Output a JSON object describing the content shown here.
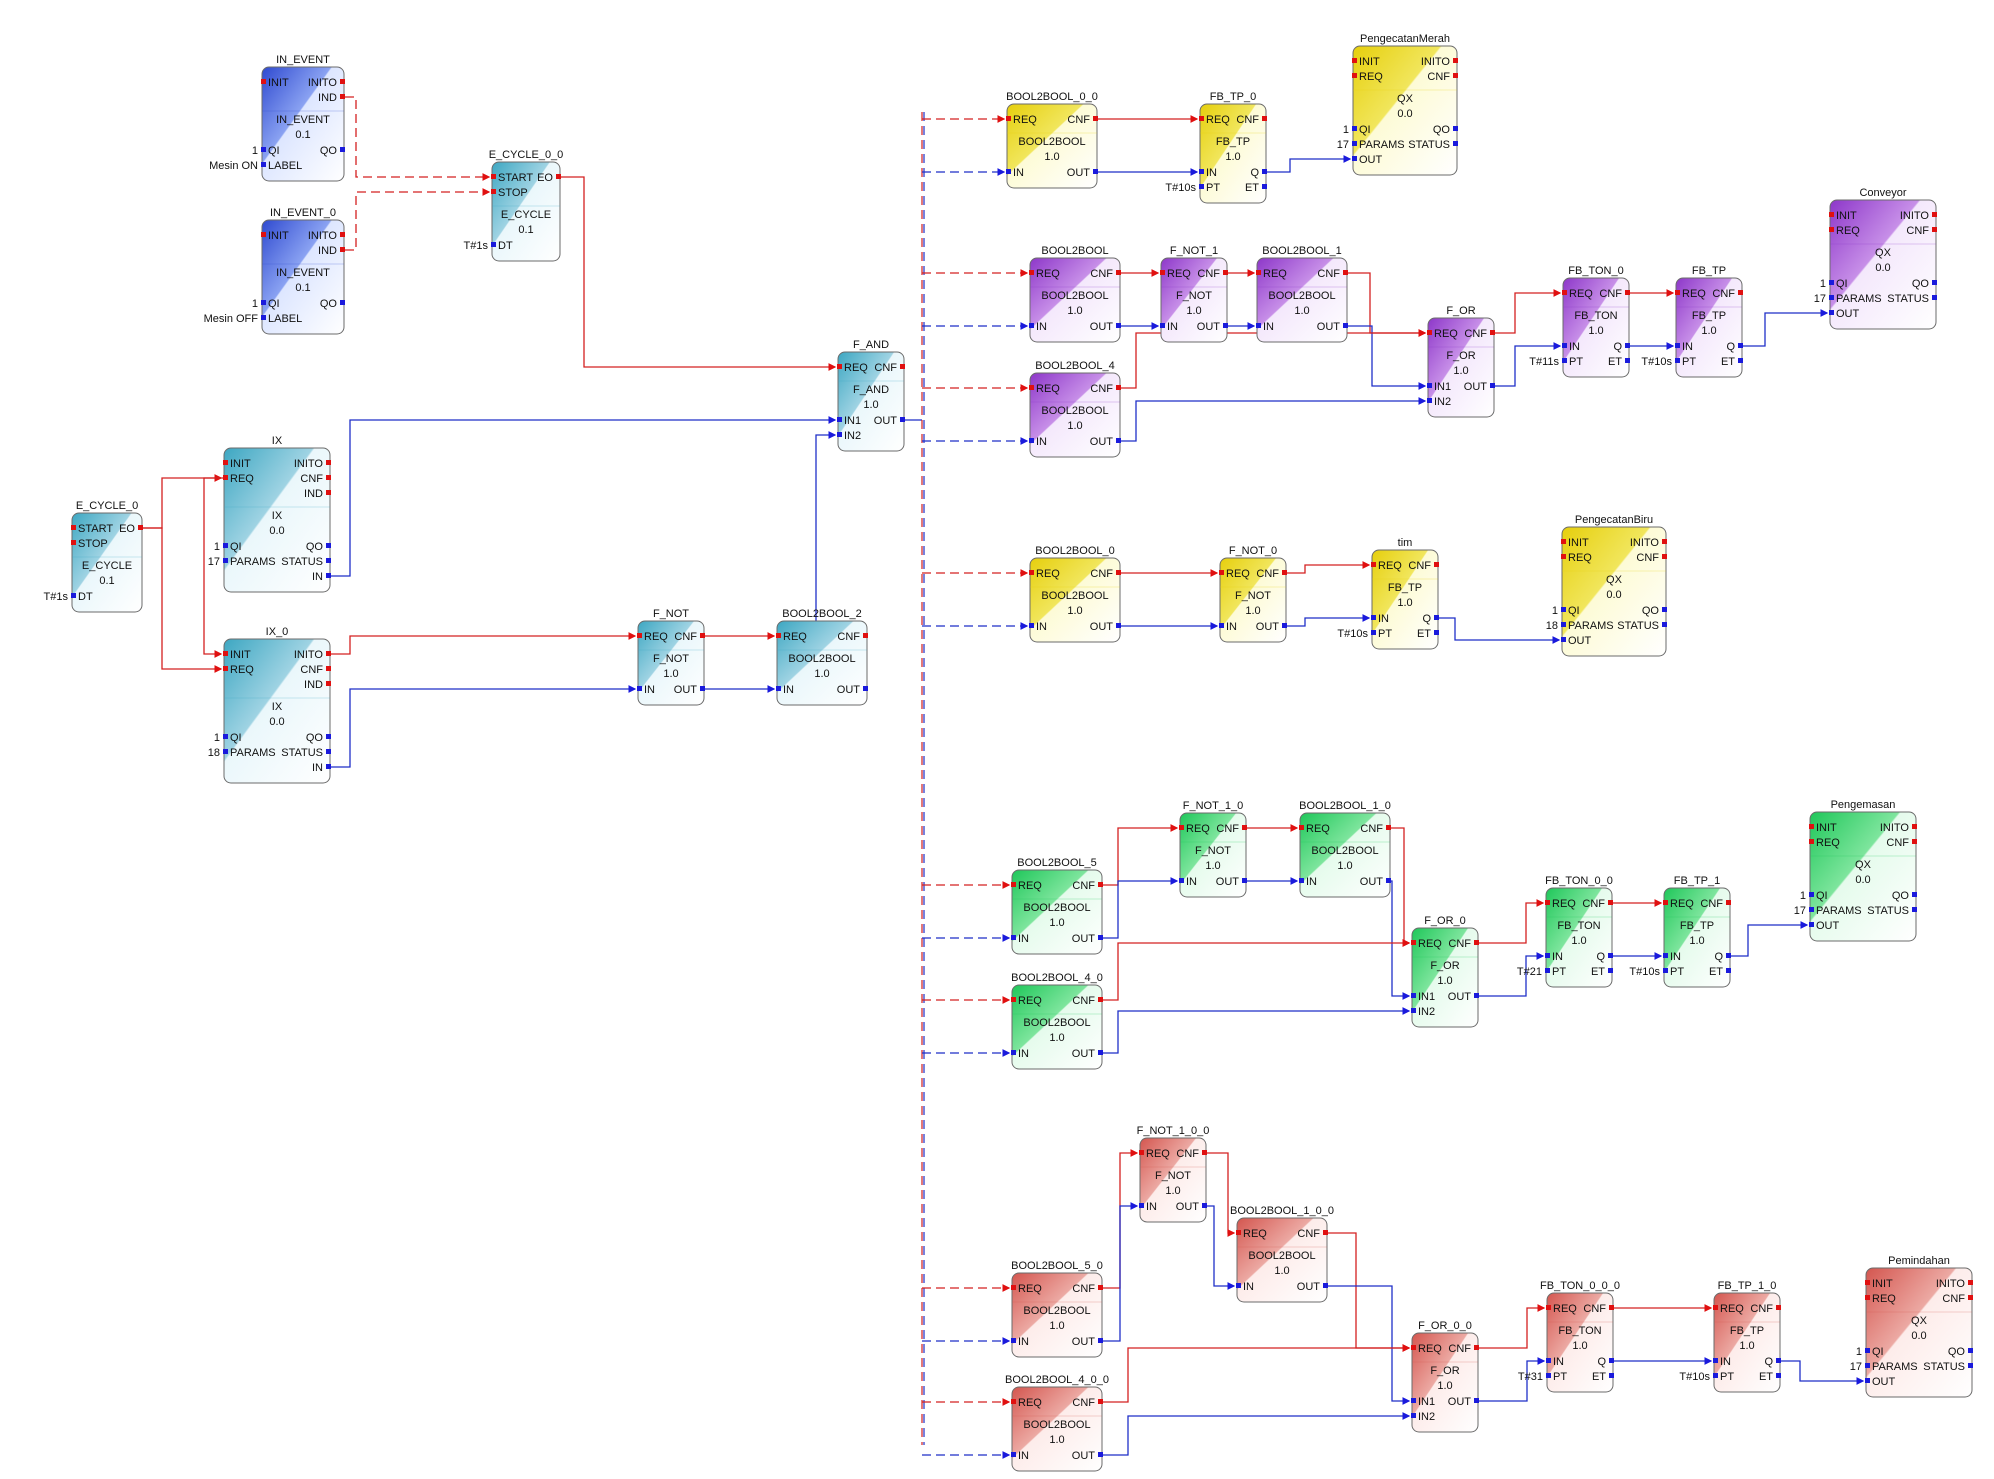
{
  "colors": {
    "event_line": "#d42020",
    "data_line": "#1f2fc8",
    "block_border": "#6b6b6b",
    "event_pin": "#e01010",
    "data_pin": "#1a1adc",
    "themes": {
      "blue": [
        "#2f4ad0",
        "#8aa2f2",
        "#dde6ff"
      ],
      "cyan": [
        "#3da7c2",
        "#9fd3e3",
        "#eaf7fb"
      ],
      "yellow": [
        "#e6cf0d",
        "#f1e65c",
        "#fdfbd6"
      ],
      "purple": [
        "#8d37c9",
        "#c78fe8",
        "#f4e8fc"
      ],
      "green": [
        "#1fc75a",
        "#7ee59d",
        "#e5fbec"
      ],
      "red": [
        "#d4564f",
        "#eca9a3",
        "#fdecea"
      ]
    }
  },
  "blocks": [
    {
      "id": "in_event",
      "name": "IN_EVENT",
      "type": "IN_EVENT",
      "version": "0.1",
      "theme": "blue",
      "evt_in": [
        "INIT"
      ],
      "evt_out": [
        "INITO",
        "IND"
      ],
      "data_in": [
        "QI",
        "LABEL"
      ],
      "data_out": [
        "QO"
      ],
      "consts": {
        "QI": "1",
        "LABEL": "Mesin ON"
      }
    },
    {
      "id": "in_event_0",
      "name": "IN_EVENT_0",
      "type": "IN_EVENT",
      "version": "0.1",
      "theme": "blue",
      "evt_in": [
        "INIT"
      ],
      "evt_out": [
        "INITO",
        "IND"
      ],
      "data_in": [
        "QI",
        "LABEL"
      ],
      "data_out": [
        "QO"
      ],
      "consts": {
        "QI": "1",
        "LABEL": "Mesin OFF"
      }
    },
    {
      "id": "e_cycle_0_0",
      "name": "E_CYCLE_0_0",
      "type": "E_CYCLE",
      "version": "0.1",
      "theme": "cyan",
      "evt_in": [
        "START",
        "STOP"
      ],
      "evt_out": [
        "EO"
      ],
      "data_in": [
        "DT"
      ],
      "data_out": [],
      "consts": {
        "DT": "T#1s"
      }
    },
    {
      "id": "e_cycle_0",
      "name": "E_CYCLE_0",
      "type": "E_CYCLE",
      "version": "0.1",
      "theme": "cyan",
      "evt_in": [
        "START",
        "STOP"
      ],
      "evt_out": [
        "EO"
      ],
      "data_in": [
        "DT"
      ],
      "data_out": [],
      "consts": {
        "DT": "T#1s"
      }
    },
    {
      "id": "ix",
      "name": "IX",
      "type": "IX",
      "version": "0.0",
      "theme": "cyan",
      "evt_in": [
        "INIT",
        "REQ"
      ],
      "evt_out": [
        "INITO",
        "CNF",
        "IND"
      ],
      "data_in": [
        "QI",
        "PARAMS"
      ],
      "data_out": [
        "QO",
        "STATUS",
        "IN"
      ],
      "consts": {
        "QI": "1",
        "PARAMS": "17"
      }
    },
    {
      "id": "ix_0",
      "name": "IX_0",
      "type": "IX",
      "version": "0.0",
      "theme": "cyan",
      "evt_in": [
        "INIT",
        "REQ"
      ],
      "evt_out": [
        "INITO",
        "CNF",
        "IND"
      ],
      "data_in": [
        "QI",
        "PARAMS"
      ],
      "data_out": [
        "QO",
        "STATUS",
        "IN"
      ],
      "consts": {
        "QI": "1",
        "PARAMS": "18"
      }
    },
    {
      "id": "f_not",
      "name": "F_NOT",
      "type": "F_NOT",
      "version": "1.0",
      "theme": "cyan",
      "evt_in": [
        "REQ"
      ],
      "evt_out": [
        "CNF"
      ],
      "data_in": [
        "IN"
      ],
      "data_out": [
        "OUT"
      ],
      "consts": {}
    },
    {
      "id": "b2b_2",
      "name": "BOOL2BOOL_2",
      "type": "BOOL2BOOL",
      "version": "1.0",
      "theme": "cyan",
      "evt_in": [
        "REQ"
      ],
      "evt_out": [
        "CNF"
      ],
      "data_in": [
        "IN"
      ],
      "data_out": [
        "OUT"
      ],
      "consts": {}
    },
    {
      "id": "f_and",
      "name": "F_AND",
      "type": "F_AND",
      "version": "1.0",
      "theme": "cyan",
      "evt_in": [
        "REQ"
      ],
      "evt_out": [
        "CNF"
      ],
      "data_in": [
        "IN1",
        "IN2"
      ],
      "data_out": [
        "OUT"
      ],
      "consts": {}
    },
    {
      "id": "b2b_0_0",
      "name": "BOOL2BOOL_0_0",
      "type": "BOOL2BOOL",
      "version": "1.0",
      "theme": "yellow",
      "evt_in": [
        "REQ"
      ],
      "evt_out": [
        "CNF"
      ],
      "data_in": [
        "IN"
      ],
      "data_out": [
        "OUT"
      ],
      "consts": {}
    },
    {
      "id": "fb_tp_0",
      "name": "FB_TP_0",
      "type": "FB_TP",
      "version": "1.0",
      "theme": "yellow",
      "evt_in": [
        "REQ"
      ],
      "evt_out": [
        "CNF"
      ],
      "data_in": [
        "IN",
        "PT"
      ],
      "data_out": [
        "Q",
        "ET"
      ],
      "consts": {
        "PT": "T#10s"
      }
    },
    {
      "id": "peng_merah",
      "name": "PengecatanMerah",
      "type": "QX",
      "version": "0.0",
      "theme": "yellow",
      "evt_in": [
        "INIT",
        "REQ"
      ],
      "evt_out": [
        "INITO",
        "CNF"
      ],
      "data_in": [
        "QI",
        "PARAMS",
        "OUT"
      ],
      "data_out": [
        "QO",
        "STATUS"
      ],
      "consts": {
        "QI": "1",
        "PARAMS": "17"
      }
    },
    {
      "id": "b2b",
      "name": "BOOL2BOOL",
      "type": "BOOL2BOOL",
      "version": "1.0",
      "theme": "purple",
      "evt_in": [
        "REQ"
      ],
      "evt_out": [
        "CNF"
      ],
      "data_in": [
        "IN"
      ],
      "data_out": [
        "OUT"
      ],
      "consts": {}
    },
    {
      "id": "f_not_1",
      "name": "F_NOT_1",
      "type": "F_NOT",
      "version": "1.0",
      "theme": "purple",
      "evt_in": [
        "REQ"
      ],
      "evt_out": [
        "CNF"
      ],
      "data_in": [
        "IN"
      ],
      "data_out": [
        "OUT"
      ],
      "consts": {}
    },
    {
      "id": "b2b_1",
      "name": "BOOL2BOOL_1",
      "type": "BOOL2BOOL",
      "version": "1.0",
      "theme": "purple",
      "evt_in": [
        "REQ"
      ],
      "evt_out": [
        "CNF"
      ],
      "data_in": [
        "IN"
      ],
      "data_out": [
        "OUT"
      ],
      "consts": {}
    },
    {
      "id": "b2b_4",
      "name": "BOOL2BOOL_4",
      "type": "BOOL2BOOL",
      "version": "1.0",
      "theme": "purple",
      "evt_in": [
        "REQ"
      ],
      "evt_out": [
        "CNF"
      ],
      "data_in": [
        "IN"
      ],
      "data_out": [
        "OUT"
      ],
      "consts": {}
    },
    {
      "id": "f_or",
      "name": "F_OR",
      "type": "F_OR",
      "version": "1.0",
      "theme": "purple",
      "evt_in": [
        "REQ"
      ],
      "evt_out": [
        "CNF"
      ],
      "data_in": [
        "IN1",
        "IN2"
      ],
      "data_out": [
        "OUT"
      ],
      "consts": {}
    },
    {
      "id": "fb_ton_0",
      "name": "FB_TON_0",
      "type": "FB_TON",
      "version": "1.0",
      "theme": "purple",
      "evt_in": [
        "REQ"
      ],
      "evt_out": [
        "CNF"
      ],
      "data_in": [
        "IN",
        "PT"
      ],
      "data_out": [
        "Q",
        "ET"
      ],
      "consts": {
        "PT": "T#11s"
      }
    },
    {
      "id": "fb_tp",
      "name": "FB_TP",
      "type": "FB_TP",
      "version": "1.0",
      "theme": "purple",
      "evt_in": [
        "REQ"
      ],
      "evt_out": [
        "CNF"
      ],
      "data_in": [
        "IN",
        "PT"
      ],
      "data_out": [
        "Q",
        "ET"
      ],
      "consts": {
        "PT": "T#10s"
      }
    },
    {
      "id": "conveyor",
      "name": "Conveyor",
      "type": "QX",
      "version": "0.0",
      "theme": "purple",
      "evt_in": [
        "INIT",
        "REQ"
      ],
      "evt_out": [
        "INITO",
        "CNF"
      ],
      "data_in": [
        "QI",
        "PARAMS",
        "OUT"
      ],
      "data_out": [
        "QO",
        "STATUS"
      ],
      "consts": {
        "QI": "1",
        "PARAMS": "17"
      }
    },
    {
      "id": "b2b_0",
      "name": "BOOL2BOOL_0",
      "type": "BOOL2BOOL",
      "version": "1.0",
      "theme": "yellow",
      "evt_in": [
        "REQ"
      ],
      "evt_out": [
        "CNF"
      ],
      "data_in": [
        "IN"
      ],
      "data_out": [
        "OUT"
      ],
      "consts": {}
    },
    {
      "id": "f_not_0",
      "name": "F_NOT_0",
      "type": "F_NOT",
      "version": "1.0",
      "theme": "yellow",
      "evt_in": [
        "REQ"
      ],
      "evt_out": [
        "CNF"
      ],
      "data_in": [
        "IN"
      ],
      "data_out": [
        "OUT"
      ],
      "consts": {}
    },
    {
      "id": "tim",
      "name": "tim",
      "type": "FB_TP",
      "version": "1.0",
      "theme": "yellow",
      "evt_in": [
        "REQ"
      ],
      "evt_out": [
        "CNF"
      ],
      "data_in": [
        "IN",
        "PT"
      ],
      "data_out": [
        "Q",
        "ET"
      ],
      "consts": {
        "PT": "T#10s"
      }
    },
    {
      "id": "peng_biru",
      "name": "PengecatanBiru",
      "type": "QX",
      "version": "0.0",
      "theme": "yellow",
      "evt_in": [
        "INIT",
        "REQ"
      ],
      "evt_out": [
        "INITO",
        "CNF"
      ],
      "data_in": [
        "QI",
        "PARAMS",
        "OUT"
      ],
      "data_out": [
        "QO",
        "STATUS"
      ],
      "consts": {
        "QI": "1",
        "PARAMS": "18"
      }
    },
    {
      "id": "f_not_1_0",
      "name": "F_NOT_1_0",
      "type": "F_NOT",
      "version": "1.0",
      "theme": "green",
      "evt_in": [
        "REQ"
      ],
      "evt_out": [
        "CNF"
      ],
      "data_in": [
        "IN"
      ],
      "data_out": [
        "OUT"
      ],
      "consts": {}
    },
    {
      "id": "b2b_1_0",
      "name": "BOOL2BOOL_1_0",
      "type": "BOOL2BOOL",
      "version": "1.0",
      "theme": "green",
      "evt_in": [
        "REQ"
      ],
      "evt_out": [
        "CNF"
      ],
      "data_in": [
        "IN"
      ],
      "data_out": [
        "OUT"
      ],
      "consts": {}
    },
    {
      "id": "b2b_5",
      "name": "BOOL2BOOL_5",
      "type": "BOOL2BOOL",
      "version": "1.0",
      "theme": "green",
      "evt_in": [
        "REQ"
      ],
      "evt_out": [
        "CNF"
      ],
      "data_in": [
        "IN"
      ],
      "data_out": [
        "OUT"
      ],
      "consts": {}
    },
    {
      "id": "b2b_4_0",
      "name": "BOOL2BOOL_4_0",
      "type": "BOOL2BOOL",
      "version": "1.0",
      "theme": "green",
      "evt_in": [
        "REQ"
      ],
      "evt_out": [
        "CNF"
      ],
      "data_in": [
        "IN"
      ],
      "data_out": [
        "OUT"
      ],
      "consts": {}
    },
    {
      "id": "f_or_0",
      "name": "F_OR_0",
      "type": "F_OR",
      "version": "1.0",
      "theme": "green",
      "evt_in": [
        "REQ"
      ],
      "evt_out": [
        "CNF"
      ],
      "data_in": [
        "IN1",
        "IN2"
      ],
      "data_out": [
        "OUT"
      ],
      "consts": {}
    },
    {
      "id": "fb_ton_0_0",
      "name": "FB_TON_0_0",
      "type": "FB_TON",
      "version": "1.0",
      "theme": "green",
      "evt_in": [
        "REQ"
      ],
      "evt_out": [
        "CNF"
      ],
      "data_in": [
        "IN",
        "PT"
      ],
      "data_out": [
        "Q",
        "ET"
      ],
      "consts": {
        "PT": "T#21"
      }
    },
    {
      "id": "fb_tp_1",
      "name": "FB_TP_1",
      "type": "FB_TP",
      "version": "1.0",
      "theme": "green",
      "evt_in": [
        "REQ"
      ],
      "evt_out": [
        "CNF"
      ],
      "data_in": [
        "IN",
        "PT"
      ],
      "data_out": [
        "Q",
        "ET"
      ],
      "consts": {
        "PT": "T#10s"
      }
    },
    {
      "id": "pengemasan",
      "name": "Pengemasan",
      "type": "QX",
      "version": "0.0",
      "theme": "green",
      "evt_in": [
        "INIT",
        "REQ"
      ],
      "evt_out": [
        "INITO",
        "CNF"
      ],
      "data_in": [
        "QI",
        "PARAMS",
        "OUT"
      ],
      "data_out": [
        "QO",
        "STATUS"
      ],
      "consts": {
        "QI": "1",
        "PARAMS": "17"
      }
    },
    {
      "id": "f_not_1_0_0",
      "name": "F_NOT_1_0_0",
      "type": "F_NOT",
      "version": "1.0",
      "theme": "red",
      "evt_in": [
        "REQ"
      ],
      "evt_out": [
        "CNF"
      ],
      "data_in": [
        "IN"
      ],
      "data_out": [
        "OUT"
      ],
      "consts": {}
    },
    {
      "id": "b2b_1_0_0",
      "name": "BOOL2BOOL_1_0_0",
      "type": "BOOL2BOOL",
      "version": "1.0",
      "theme": "red",
      "evt_in": [
        "REQ"
      ],
      "evt_out": [
        "CNF"
      ],
      "data_in": [
        "IN"
      ],
      "data_out": [
        "OUT"
      ],
      "consts": {}
    },
    {
      "id": "b2b_5_0",
      "name": "BOOL2BOOL_5_0",
      "type": "BOOL2BOOL",
      "version": "1.0",
      "theme": "red",
      "evt_in": [
        "REQ"
      ],
      "evt_out": [
        "CNF"
      ],
      "data_in": [
        "IN"
      ],
      "data_out": [
        "OUT"
      ],
      "consts": {}
    },
    {
      "id": "b2b_4_0_0",
      "name": "BOOL2BOOL_4_0_0",
      "type": "BOOL2BOOL",
      "version": "1.0",
      "theme": "red",
      "evt_in": [
        "REQ"
      ],
      "evt_out": [
        "CNF"
      ],
      "data_in": [
        "IN"
      ],
      "data_out": [
        "OUT"
      ],
      "consts": {}
    },
    {
      "id": "f_or_0_0",
      "name": "F_OR_0_0",
      "type": "F_OR",
      "version": "1.0",
      "theme": "red",
      "evt_in": [
        "REQ"
      ],
      "evt_out": [
        "CNF"
      ],
      "data_in": [
        "IN1",
        "IN2"
      ],
      "data_out": [
        "OUT"
      ],
      "consts": {}
    },
    {
      "id": "fb_ton_0_0_0",
      "name": "FB_TON_0_0_0",
      "type": "FB_TON",
      "version": "1.0",
      "theme": "red",
      "evt_in": [
        "REQ"
      ],
      "evt_out": [
        "CNF"
      ],
      "data_in": [
        "IN",
        "PT"
      ],
      "data_out": [
        "Q",
        "ET"
      ],
      "consts": {
        "PT": "T#31"
      }
    },
    {
      "id": "fb_tp_1_0",
      "name": "FB_TP_1_0",
      "type": "FB_TP",
      "version": "1.0",
      "theme": "red",
      "evt_in": [
        "REQ"
      ],
      "evt_out": [
        "CNF"
      ],
      "data_in": [
        "IN",
        "PT"
      ],
      "data_out": [
        "Q",
        "ET"
      ],
      "consts": {
        "PT": "T#10s"
      }
    },
    {
      "id": "pemindahan",
      "name": "Pemindahan",
      "type": "QX",
      "version": "0.0",
      "theme": "red",
      "evt_in": [
        "INIT",
        "REQ"
      ],
      "evt_out": [
        "INITO",
        "CNF"
      ],
      "data_in": [
        "QI",
        "PARAMS",
        "OUT"
      ],
      "data_out": [
        "QO",
        "STATUS"
      ],
      "consts": {
        "QI": "1",
        "PARAMS": "17"
      }
    }
  ]
}
